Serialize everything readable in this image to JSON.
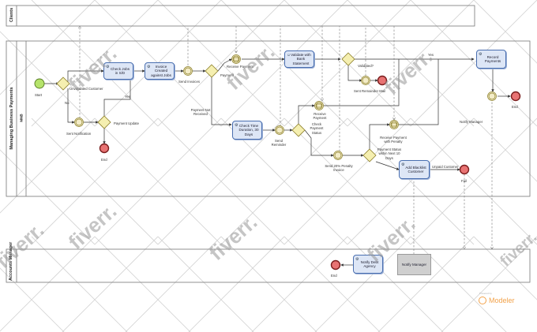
{
  "lanes": {
    "clients": "Clients",
    "managing_pool": "Managing Business Payments",
    "managing_lane": "MNB",
    "accounts_manager": "Accounts Manager"
  },
  "tasks": {
    "check_jobs": "Check Jobs in S/D",
    "invoice_created": "Invoice Created against Jobs",
    "validate_bank": "Validate with Bank Statement",
    "record_payments": "Record Payments",
    "check_time": "Check Time Duration, 30 Days",
    "blacklist_customer": "Add Blacklist Customer",
    "notify_agency": "Notify Debt Agency",
    "notify_manager": "Notify Manager"
  },
  "labels": {
    "start": "Start",
    "unvalidated_customer": "Unvalidated Customer",
    "validated_yes": "Yes",
    "no": "No",
    "sent_notification": "Sent Notification",
    "payment_update": "Payment Update",
    "end_1": "End",
    "send_invoices": "Send Invoices",
    "receive_payment_top": "Receive Payment",
    "payment": "Payment",
    "payment_not_received": "Payment Not Received",
    "validated": "Validated?",
    "sent_remainder_mail": "Sent Remainder Mail",
    "yes_right": "Yes",
    "end_2": "End",
    "notify_manager_event": "Notify Manager",
    "send_reminder": "Send Reminder",
    "check_payment_status": "Check Payment Status",
    "receive_payment_mid": "Receive Payment",
    "receive_payment_penalty": "Receive Payment with Penalty",
    "payment_status_10": "Payment Status within Next 10 Days",
    "send_20_penalty": "Send 20% Penalty Invoice",
    "unpaid_customer": "Unpaid Customer",
    "fail": "Fail",
    "end_3": "End"
  },
  "watermarks": [
    "fiverr.",
    "fiverr.",
    "fiverr.",
    "fiverr.",
    "fiverr.",
    "fiverr.",
    "fiverr.",
    "fiverr."
  ],
  "brand": {
    "powered_by": "Powered by",
    "name": "Modeler"
  },
  "colors": {
    "task_fill": "#dde6f6",
    "task_border": "#4a6fb0",
    "start_fill": "#b5e36b",
    "end_fill": "#e87373",
    "gateway_fill": "#f5efb0",
    "event_fill": "#f3ecc7",
    "brand": "#f2a24a"
  }
}
